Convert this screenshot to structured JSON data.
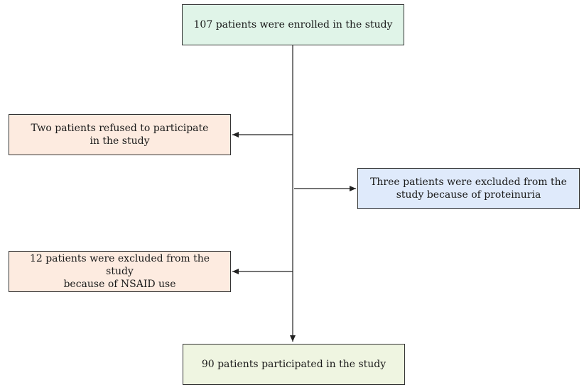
{
  "flowchart": {
    "enrolled": {
      "text": "107 patients were enrolled in the study",
      "fill": "#e0f4e8"
    },
    "refused": {
      "line1": "Two patients refused to participate",
      "line2": "in the study",
      "fill": "#fdebe0"
    },
    "proteinuria": {
      "line1": "Three patients were excluded from the",
      "line2": "study because of proteinuria",
      "fill": "#dfeafb"
    },
    "nsaid": {
      "line1": "12 patients were excluded from the study",
      "line2": "because of NSAID use",
      "fill": "#fdebe0"
    },
    "participated": {
      "text": "90 patients participated in the study",
      "fill": "#eff5e1"
    },
    "line_color": "#222222"
  }
}
